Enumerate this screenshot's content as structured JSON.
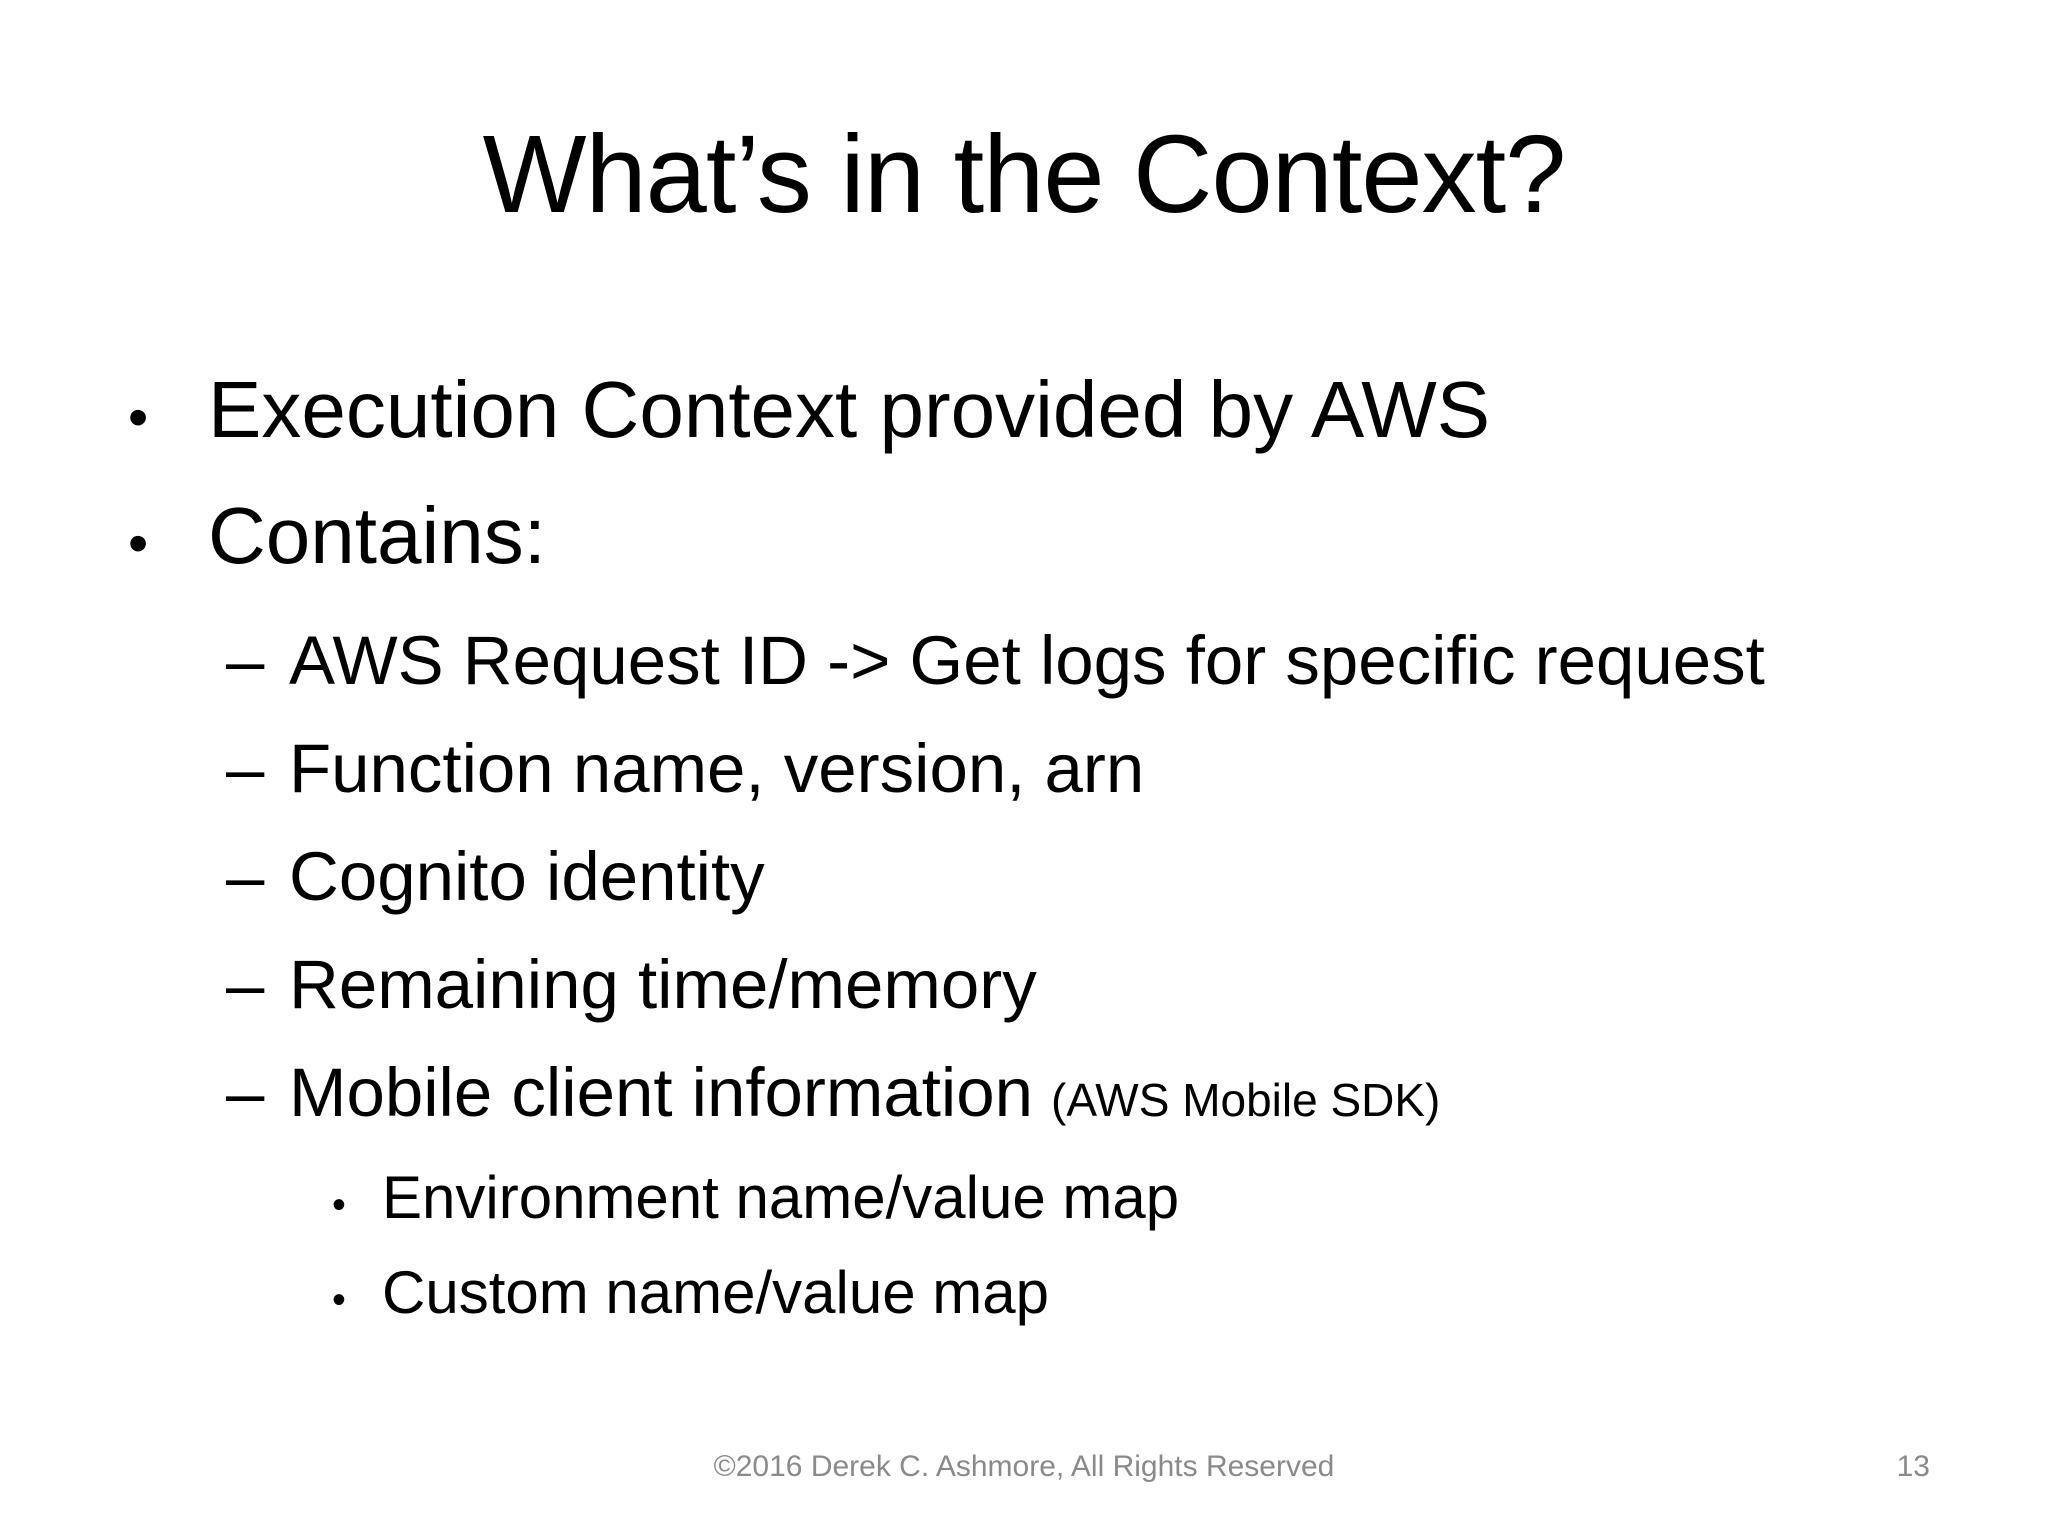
{
  "slide": {
    "title": "What’s in the Context?",
    "bullet_glyphs": {
      "level1": "•",
      "level2": "–",
      "level3": "•"
    },
    "bullets": [
      {
        "level": 1,
        "text": "Execution Context provided by AWS"
      },
      {
        "level": 1,
        "text": "Contains:"
      },
      {
        "level": 2,
        "text": "AWS Request ID -> Get logs for specific request"
      },
      {
        "level": 2,
        "text": "Function name, version, arn"
      },
      {
        "level": 2,
        "text": "Cognito identity"
      },
      {
        "level": 2,
        "text": "Remaining time/memory"
      },
      {
        "level": 2,
        "text": "Mobile client information",
        "suffix_small": "(AWS Mobile SDK)"
      },
      {
        "level": 3,
        "text": "Environment name/value map"
      },
      {
        "level": 3,
        "text": "Custom name/value map"
      }
    ],
    "footer": {
      "copyright": "©2016 Derek C. Ashmore, All Rights Reserved",
      "page_number": "13"
    },
    "colors": {
      "background": "#ffffff",
      "text": "#000000",
      "footer_text": "#8a8a8a"
    }
  }
}
